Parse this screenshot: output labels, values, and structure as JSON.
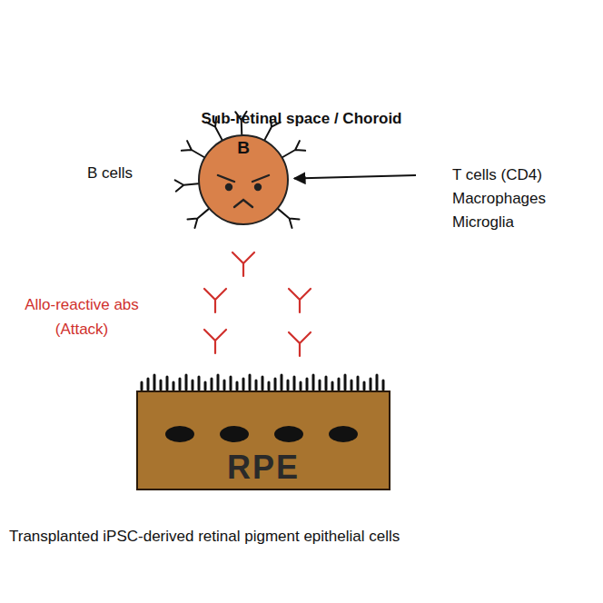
{
  "diagram": {
    "title": "Sub-retinal space / Choroid",
    "caption": "Transplanted iPSC-derived retinal pigment epithelial cells",
    "nodes": [
      {
        "text": [
          "B"
        ]
      },
      {
        "text": [
          "T cells (CD4)",
          "Macrophages",
          "Microglia"
        ]
      },
      {
        "text": [
          "RPE"
        ]
      }
    ],
    "edges": [
      {
        "from": 1,
        "to": 0,
        "arrow": "to"
      }
    ],
    "labels": [
      "B cells",
      "Allo-reactive abs (Attack)"
    ]
  }
}
